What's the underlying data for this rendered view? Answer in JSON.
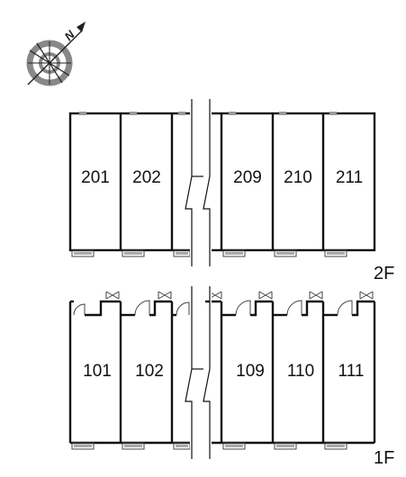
{
  "compass": {
    "north_label": "N"
  },
  "floors": [
    {
      "label": "2F",
      "units": [
        "201",
        "202",
        "209",
        "210",
        "211"
      ]
    },
    {
      "label": "1F",
      "units": [
        "101",
        "102",
        "109",
        "110",
        "111"
      ]
    }
  ]
}
